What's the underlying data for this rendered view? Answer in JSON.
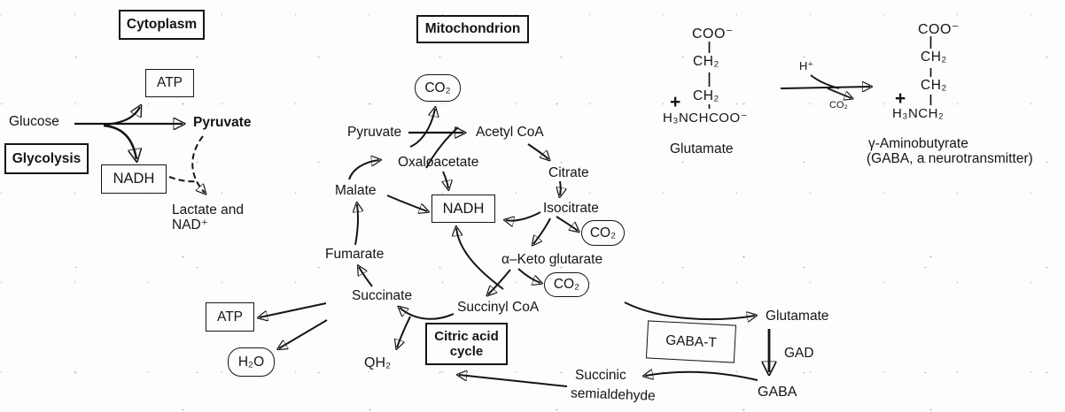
{
  "compartments": {
    "cytoplasm": "Cytoplasm",
    "mitochondrion": "Mitochondrion"
  },
  "pathway_labels": {
    "glycolysis": "Glycolysis",
    "citric_acid_line1": "Citric acid",
    "citric_acid_line2": "cycle"
  },
  "glycolysis": {
    "glucose": "Glucose",
    "pyruvate": "Pyruvate",
    "atp": "ATP",
    "nadh": "NADH",
    "lactate_line1": "Lactate and",
    "lactate_line2": "NAD⁺"
  },
  "cycle": {
    "pyruvate": "Pyruvate",
    "acetyl_coa": "Acetyl CoA",
    "citrate": "Citrate",
    "isocitrate": "Isocitrate",
    "alpha_ketoglutarate": "α–Keto glutarate",
    "succinyl_coa": "Succinyl CoA",
    "succinate": "Succinate",
    "fumarate": "Fumarate",
    "malate": "Malate",
    "oxaloacetate": "Oxaloacetate",
    "nadh": "NADH",
    "co2_pyruvate": "CO₂",
    "co2_isocitrate": "CO₂",
    "co2_akg": "CO₂",
    "qh2": "QH₂",
    "atp": "ATP",
    "h2o": "H₂O"
  },
  "gaba_shunt": {
    "gaba_t": "GABA-T",
    "glutamate": "Glutamate",
    "gad": "GAD",
    "gaba": "GABA",
    "succinic_line1": "Succinic",
    "succinic_line2": "semialdehyde"
  },
  "decarboxylation_reaction": {
    "h_plus": "H⁺",
    "co2": "CO₂"
  },
  "glutamate_structure": {
    "coo": "COO⁻",
    "ch2_1": "CH₂",
    "ch2_2": "CH₂",
    "plus": "+",
    "amine_line": "H₃NCHCOO⁻",
    "caption": "Glutamate"
  },
  "gaba_structure": {
    "coo": "COO⁻",
    "ch2_1": "CH₂",
    "ch2_2": "CH₂",
    "plus": "+",
    "amine_line": "H₃NCH₂",
    "caption_line1": "γ-Aminobutyrate",
    "caption_line2": "(GABA, a neurotransmitter)"
  },
  "colors": {
    "ink": "#151515",
    "background": "#fdfdfb"
  }
}
